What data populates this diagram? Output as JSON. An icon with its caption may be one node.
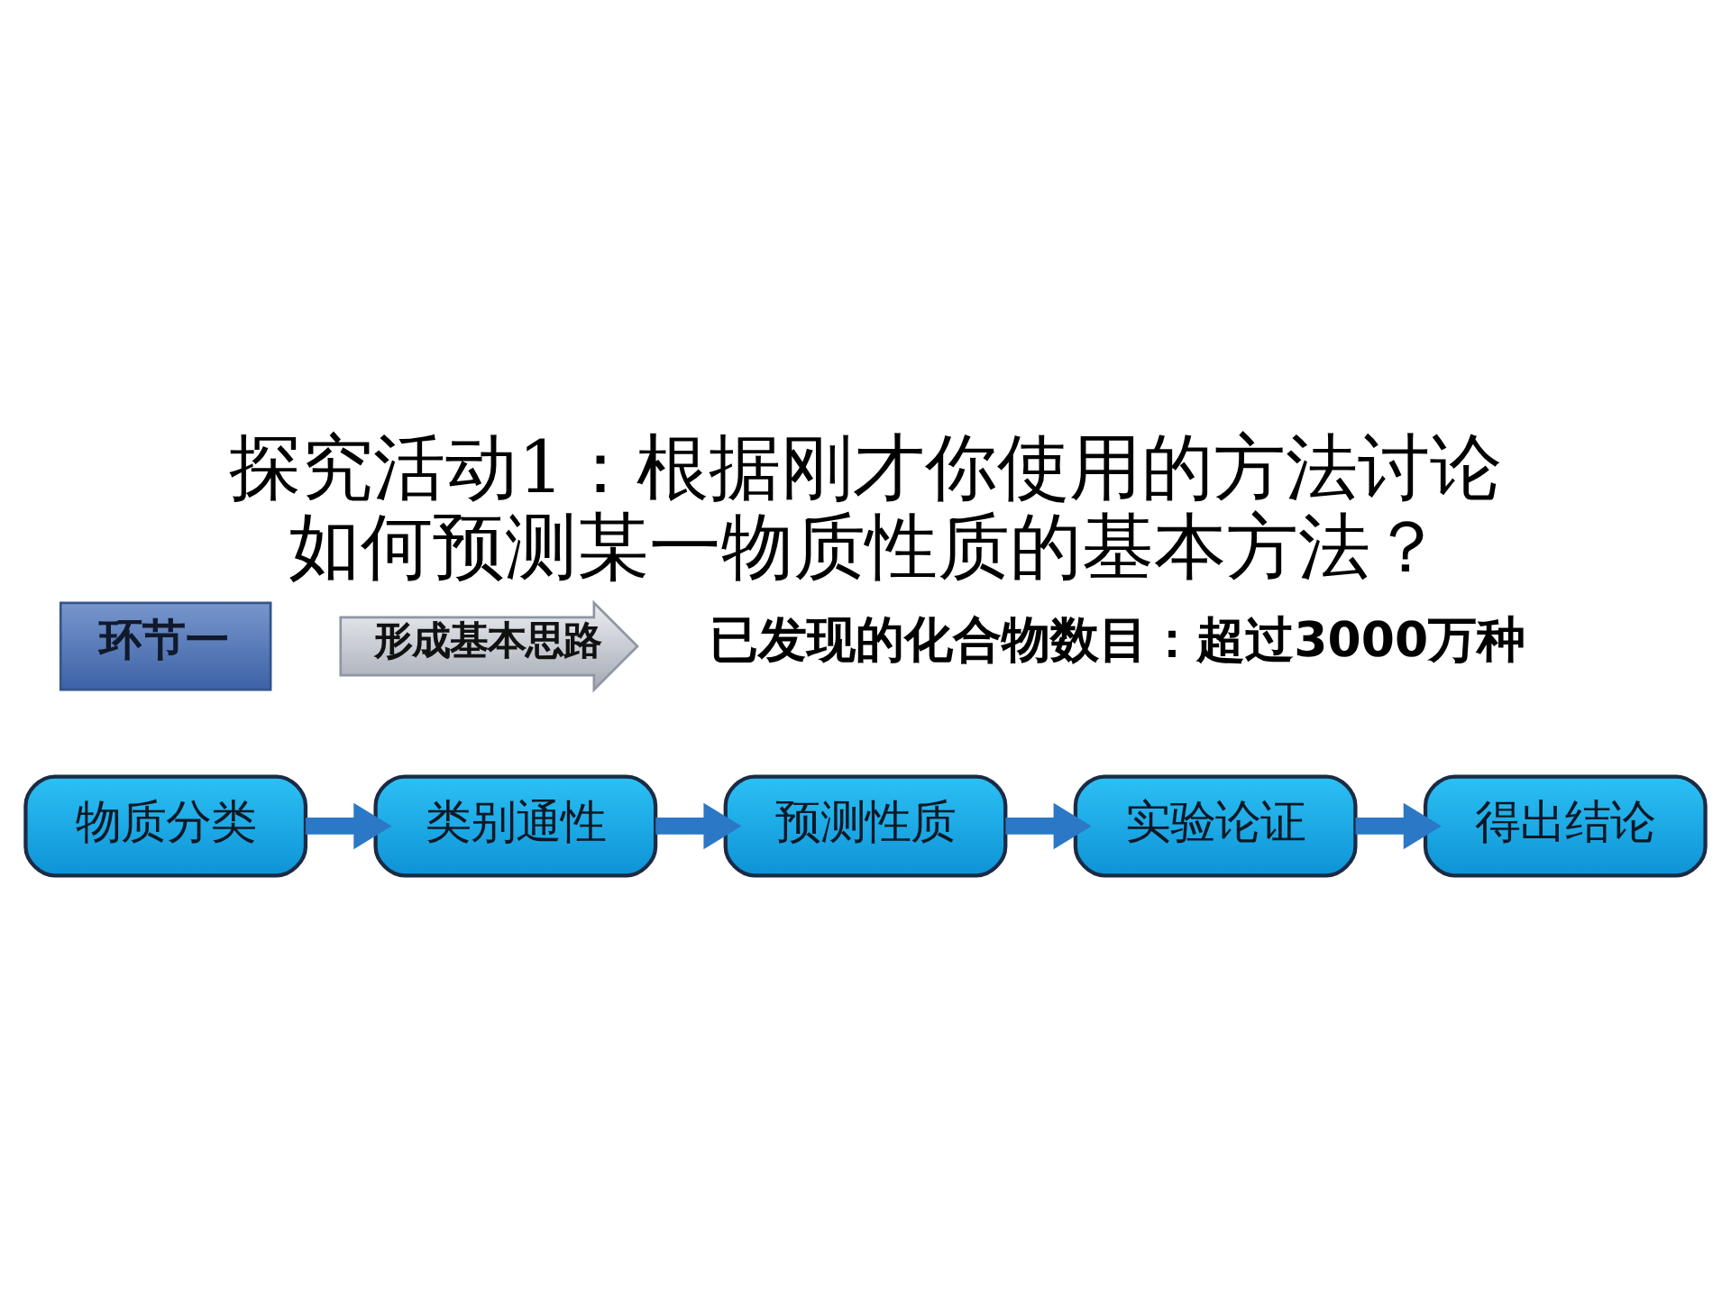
{
  "diagram": {
    "title": "探究活动1：根据刚才你使用的方法讨论如何预测某一物质性质的基本方法？",
    "nodes": [
      {
        "text": [
          "环节一"
        ]
      },
      {
        "text": [
          "形成基本思路"
        ]
      },
      {
        "text": [
          "物质分类"
        ]
      },
      {
        "text": [
          "类别通性"
        ]
      },
      {
        "text": [
          "预测性质"
        ]
      },
      {
        "text": [
          "实验论证"
        ]
      },
      {
        "text": [
          "得出结论"
        ]
      }
    ],
    "edges": [
      {
        "from": 2,
        "to": 3,
        "arrow": "to"
      },
      {
        "from": 3,
        "to": 4,
        "arrow": "to"
      },
      {
        "from": 4,
        "to": 5,
        "arrow": "to"
      },
      {
        "from": 5,
        "to": 6,
        "arrow": "to"
      }
    ],
    "labels": [
      "已发现的化合物数目：超过3000万种"
    ]
  }
}
